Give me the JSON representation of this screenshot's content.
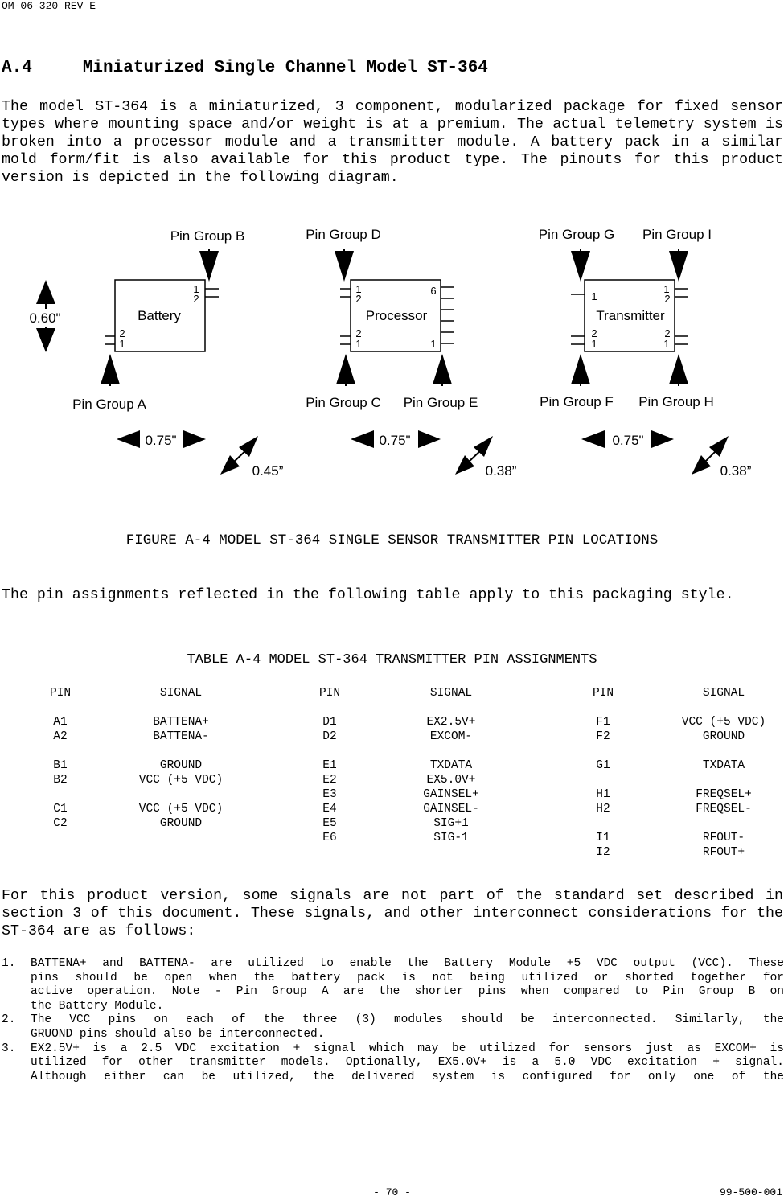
{
  "header": {
    "doc_id": "OM-06-320 REV E"
  },
  "section": {
    "number": "A.4",
    "title": "Miniaturized Single Channel Model ST-364"
  },
  "intro_paragraph": "The model ST-364 is a miniaturized, 3 component, modularized package for fixed sensor types where mounting space and/or weight is at a premium.  The actual telemetry system is broken into a processor module and a transmitter module. A battery pack in a similar mold form/fit is also available for this product type. The pinouts for this product version is depicted in the following diagram.",
  "diagram": {
    "height_label": "0.60\"",
    "modules": [
      {
        "name": "Battery",
        "top_pins": [
          "1",
          "2"
        ],
        "bottom_pins": [
          "2",
          "1"
        ],
        "top_group": "Pin Group B",
        "bottom_group": "Pin Group A",
        "width_label": "0.75\"",
        "depth_label": "0.45”"
      },
      {
        "name": "Processor",
        "top_pins": [
          "1",
          "2"
        ],
        "bottom_pins": [
          "2",
          "1"
        ],
        "right_top_pin": "6",
        "right_bottom_pin": "1",
        "top_group": "Pin Group D",
        "bottom_left_group": "Pin Group C",
        "bottom_right_group": "Pin Group E",
        "width_label": "0.75\"",
        "depth_label": "0.38”"
      },
      {
        "name": "Transmitter",
        "left_top_pin": "1",
        "right_top_pins": [
          "1",
          "2"
        ],
        "left_bottom_pins": [
          "2",
          "1"
        ],
        "right_bottom_pins": [
          "2",
          "1"
        ],
        "top_left_group": "Pin Group G",
        "top_right_group": "Pin Group I",
        "bottom_left_group": "Pin Group F",
        "bottom_right_group": "Pin Group H",
        "width_label": "0.75\"",
        "depth_label": "0.38”"
      }
    ]
  },
  "figure_caption": "FIGURE A-4  MODEL ST-364 SINGLE SENSOR TRANSMITTER PIN LOCATIONS",
  "table_intro": "The pin assignments reflected in the following table apply to this packaging style.",
  "table": {
    "title": "TABLE A-4   MODEL ST-364 TRANSMITTER PIN ASSIGNMENTS",
    "pin_header": "PIN",
    "signal_header": "SIGNAL",
    "columns": [
      {
        "rows": [
          [
            "A1",
            "BATTENA+"
          ],
          [
            "A2",
            "BATTENA-"
          ],
          null,
          [
            "B1",
            "GROUND"
          ],
          [
            "B2",
            "VCC (+5 VDC)"
          ],
          null,
          [
            "C1",
            "VCC (+5 VDC)"
          ],
          [
            "C2",
            "GROUND"
          ]
        ]
      },
      {
        "rows": [
          [
            "D1",
            "EX2.5V+"
          ],
          [
            "D2",
            "EXCOM-"
          ],
          null,
          [
            "E1",
            "TXDATA"
          ],
          [
            "E2",
            "EX5.0V+"
          ],
          [
            "E3",
            "GAINSEL+"
          ],
          [
            "E4",
            "GAINSEL-"
          ],
          [
            "E5",
            "SIG+1"
          ],
          [
            "E6",
            "SIG-1"
          ]
        ]
      },
      {
        "rows": [
          [
            "F1",
            "VCC (+5 VDC)"
          ],
          [
            "F2",
            "GROUND"
          ],
          null,
          [
            "G1",
            "TXDATA"
          ],
          null,
          [
            "H1",
            "FREQSEL+"
          ],
          [
            "H2",
            "FREQSEL-"
          ],
          null,
          [
            "I1",
            "RFOUT-"
          ],
          [
            "I2",
            "RFOUT+"
          ]
        ]
      }
    ]
  },
  "considerations_paragraph": "For this product version, some signals are not part of the standard set described in section 3 of this document.   These signals, and other interconnect considerations for the ST-364 are as follows:",
  "notes": [
    {
      "num": "1.",
      "lines": [
        "BATTENA+ and BATTENA- are utilized to enable the Battery Module +5 VDC output (VCC).  These",
        "pins should be open when the battery pack is not being utilized or shorted together for",
        "active operation.  Note - Pin Group A are the shorter pins when compared to Pin Group B on",
        "the Battery Module."
      ]
    },
    {
      "num": "2.",
      "lines": [
        "The VCC pins on each of the three (3) modules should be interconnected.  Similarly, the",
        "GRUOND pins should also be interconnected."
      ]
    },
    {
      "num": "3.",
      "lines": [
        "EX2.5V+ is a 2.5 VDC excitation + signal which may be utilized for sensors just as EXCOM+ is",
        "utilized for other transmitter models.  Optionally, EX5.0V+ is a 5.0 VDC excitation + signal.",
        "Although either can be utilized, the delivered system is configured for only one of the"
      ]
    }
  ],
  "footer": {
    "page": "- 70 -",
    "doc_number": "99-500-001"
  }
}
